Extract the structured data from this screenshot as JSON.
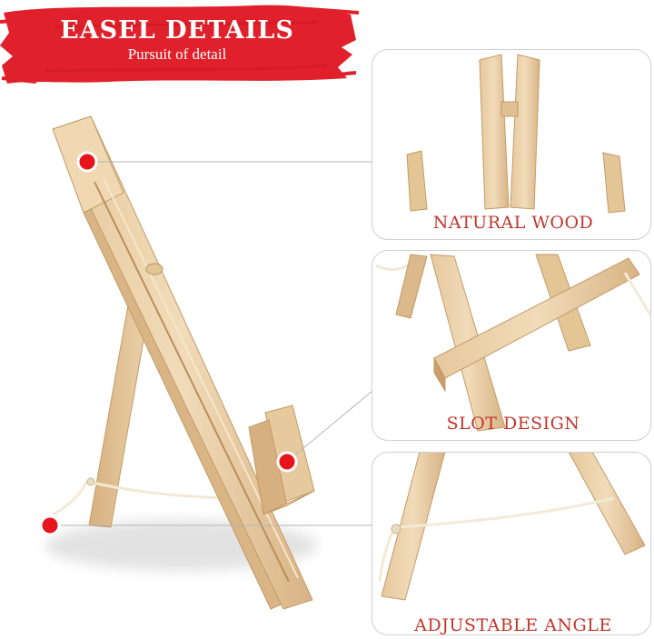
{
  "banner": {
    "title": "EASEL DETAILS",
    "subtitle": "Pursuit of detail",
    "color": "#e0202a"
  },
  "callouts": [
    {
      "label": "NATURAL WOOD"
    },
    {
      "label": "SLOT DESIGN"
    },
    {
      "label": "ADJUSTABLE ANGLE"
    }
  ],
  "colors": {
    "label_red": "#c0362c",
    "marker_red": "#e8141c",
    "wood_light": "#ecd3ac",
    "wood_mid": "#dcb98a",
    "wood_dark": "#c49a66",
    "panel_border": "#cfcfcf",
    "rope": "#f3ead6"
  }
}
